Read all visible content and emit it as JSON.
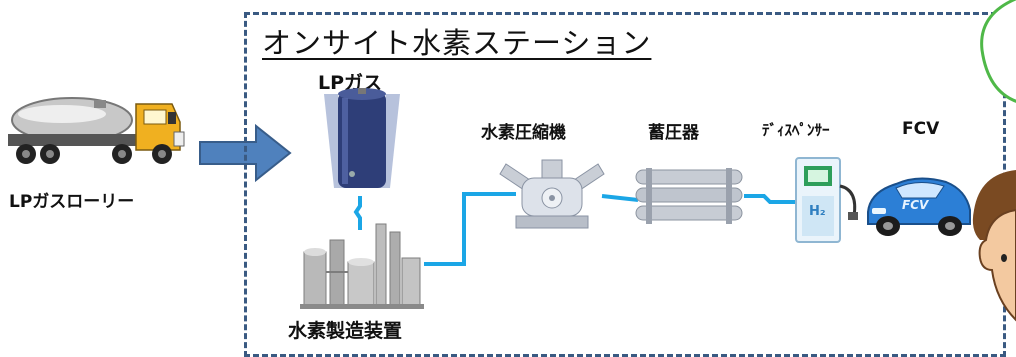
{
  "station": {
    "title": "オンサイト水素ステーション"
  },
  "labels": {
    "lpg_truck": "LPガスローリー",
    "lpg": "LPガス",
    "h2_production": "水素製造装置",
    "compressor": "水素圧縮機",
    "storage": "蓄圧器",
    "dispenser": "ﾃﾞｨｽﾍﾟﾝｻｰ",
    "fcv": "FCV"
  },
  "icons": {
    "truck": "tanker-truck-icon",
    "lpg_tank": "lpg-tank-icon",
    "plant": "hydrogen-plant-icon",
    "compressor": "compressor-icon",
    "storage": "storage-cylinders-icon",
    "dispenser": "hydrogen-dispenser-icon",
    "fcv": "fcv-car-icon",
    "person": "person-face-icon",
    "speech_bubble": "speech-bubble-icon"
  },
  "dispenser_mark": "H₂",
  "car_mark": "FCV",
  "colors": {
    "box_border": "#3a5a82",
    "arrow": "#4f81bd",
    "pipe": "#1ba6e6",
    "bubble_border": "#4fb848",
    "truck_cab": "#f0b020",
    "tank": "#2e3e78",
    "car": "#2c7fd6"
  }
}
